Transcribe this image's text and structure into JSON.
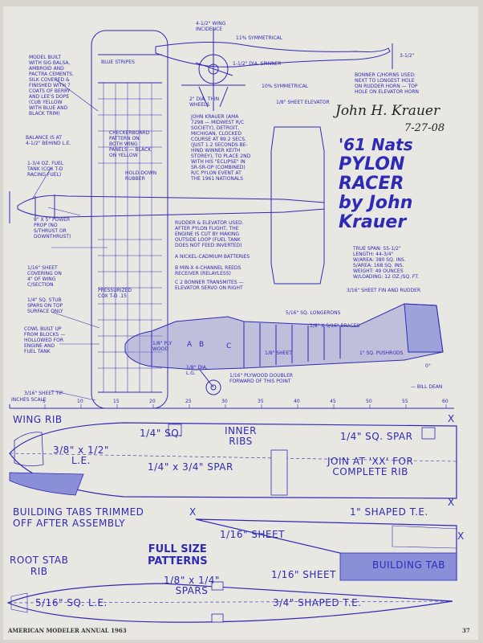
{
  "plan": {
    "wing_incidence": "4-1/2° WING\nINCIDENCE",
    "symmetrical_11": "11% SYMMETRICAL",
    "dim_3_half": "3-1/2\"",
    "spinner": "1-1/2\" DIA. SPINNER",
    "symmetrical_10": "10% SYMMETRICAL",
    "wheels": "2\" DIA. THIN\nWHEELS",
    "model_built": "MODEL BUILT\nWITH SIG BALSA,\nAMBROID AND\nPACTRA CEMENTS.\nSILK COVERED &\nFINISHED WITH 7\nCOATS OF BERRY\nAND LEE'S DOPE\n(CUB YELLOW\nWITH BLUE AND\nBLACK TRIM)",
    "blue_stripes": "BLUE STRIPES",
    "checkerboard": "CHECKERBOARD\nPATTERN ON\nBOTH WING\nPANELS — BLACK\nON YELLOW",
    "balance": "BALANCE IS AT\n4-1/2\" BEHIND L.E.",
    "fuel_tank": "1-3/4 OZ. FUEL\nTANK (COX T-D\nRACING FUEL)",
    "hold_down": "HOLD-DOWN\nRUBBER",
    "power_prop": "8\" x 5\" POWER\nPROP (NO\nS/THRUST OR\nDOWNTHRUST)",
    "sheet_covering": "1/16\" SHEET\nCOVERING ON\n4\" OF WING\nC/SECTION",
    "stub_spars": "1/4\" SQ. STUB\nSPARS ON TOP\nSURFACE ONLY",
    "cowl": "COWL BUILT UP\nFROM BLOCKS —\nHOLLOWED FOR\nENGINE AND\nFUEL TANK",
    "sheet_tip": "3/16\" SHEET TIP",
    "pressurized": "PRESSURIZED\nCOX T-D .15",
    "ply_wood": "1/8\" PLY\nWOOD",
    "sheet_elevator": "1/8\" SHEET ELEVATOR",
    "bonner": "BONNER C/HORNS USED:\nNEXT TO LONGEST HOLE\nON RUDDER HORN — TOP\nHOLE ON ELEVATOR HORN",
    "krauer_bio": "JOHN KRAUER (AMA\n7298 — MIDWEST R/C\nSOCIETY), DETROIT,\nMICHIGAN, CLOCKED\nCOURSE AT 89.2 SECS.\n(JUST 1.2 SECONDS BE-\nHIND WINNER KEITH\nSTOREY), TO PLACE 2ND\nWITH HIS \"ECLIPSE\" IN\nSR-SR-OP (COMBINED)\nR/C PYLON EVENT AT\nTHE 1961 NATIONALS",
    "rudder_note": "RUDDER & ELEVATOR USED.\nAFTER PYLON FLIGHT, THE\nENGINE IS CUT BY MAKING\nOUTSIDE LOOP (FUEL TANK\nDOES NOT FEED INVERTED)",
    "legend_a": "A  NICKEL-CADMIUM BATTERIES",
    "legend_b": "B  MIN-X 4-CHANNEL REEDS\n    RECEIVER (RELAYLESS)",
    "legend_c": "C  2 BONNER TRANSMITES —\n    ELEVATOR SERVO ON RIGHT",
    "specs": "TRUE SPAN: 55-1/2\"\nLENGTH: 44-3/4\"\nW/AREA: 380 SQ. INS.\nS/AREA: 168 SQ. INS.\nWEIGHT: 49 OUNCES\nW/LOADING: 12 OZ./SQ. FT.",
    "fin_rudder": "3/16\" SHEET FIN AND RUDDER",
    "longerons": "5/16\" SQ. LONGERONS",
    "braces": "1/8\" x 5/16\" BRACES",
    "sheet_18": "1/8\" SHEET",
    "pushrods": "1\" SQ. PUSHRODS",
    "zero_deg": "0°",
    "dia_lg": "1/8\" DIA.\nL.G.",
    "doubler": "1/16\" PLYWOOD DOUBLER\nFORWARD OF THIS POINT",
    "letter_a": "A",
    "letter_b": "B",
    "letter_c": "C",
    "bill_dean": "— BILL DEAN"
  },
  "title": {
    "year": "'61 Nats",
    "line1": "PYLON",
    "line2": "RACER",
    "line3": "by John",
    "line4": "Krauer"
  },
  "signature": {
    "name": "John H. Krauer",
    "date": "7-27-08"
  },
  "scale": {
    "label": "INCHES SCALE",
    "ticks": [
      "5",
      "10",
      "15",
      "20",
      "25",
      "30",
      "35",
      "40",
      "45",
      "50",
      "55",
      "60"
    ]
  },
  "patterns": {
    "wing_rib": "WING RIB",
    "x1": "X",
    "quarter_sq": "1/4\" SQ.",
    "inner_ribs": "INNER\nRIBS",
    "quarter_spar": "1/4\" SQ. SPAR",
    "le": "3/8\" x 1/2\"\nL.E.",
    "main_spar": "1/4\" x 3/4\" SPAR",
    "join": "JOIN AT 'XX' FOR\nCOMPLETE RIB",
    "x2": "X",
    "building_tabs": "BUILDING TABS TRIMMED\nOFF AFTER ASSEMBLY",
    "x3": "X",
    "shaped_te_1": "1\" SHAPED T.E.",
    "sheet_116_a": "1/16\" SHEET",
    "x4": "X",
    "building_tab": "BUILDING TAB",
    "full_size": "FULL SIZE\nPATTERNS",
    "root_stab": "ROOT STAB\nRIB",
    "sheet_116_b": "1/16\" SHEET",
    "sq_le": "5/16\" SQ. L.E.",
    "spars": "1/8\" x 1/4\"\nSPARS",
    "shaped_te_2": "3/4\" SHAPED T.E."
  },
  "footer": {
    "left": "AMERICAN MODELER ANNUAL 1963",
    "right": "37"
  },
  "colors": {
    "ink": "#2e2ab8",
    "paper": "#e9e7e1",
    "tab_fill": "#8b8fd8"
  }
}
